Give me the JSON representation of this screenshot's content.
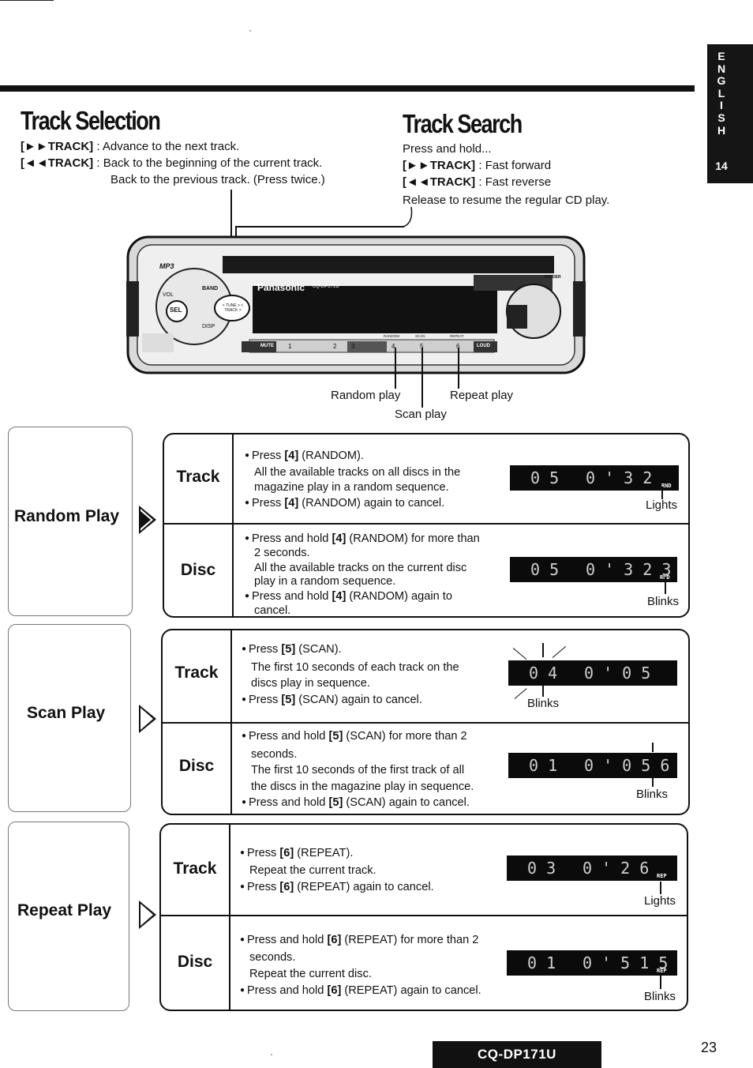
{
  "side_tab": {
    "letters": [
      "E",
      "N",
      "G",
      "L",
      "I",
      "S",
      "H"
    ],
    "page": "14"
  },
  "track_selection": {
    "title": "Track Selection",
    "line1_key": "[►►TRACK]",
    "line1_text": " : Advance to the next track.",
    "line2_key": "[◄◄TRACK]",
    "line2_text": " : Back to the beginning of the current track.",
    "line3_text": "Back to the previous track. (Press twice.)"
  },
  "track_search": {
    "title": "Track Search",
    "line1": "Press and hold...",
    "line2_key": "[►►TRACK]",
    "line2_text": " : Fast forward",
    "line3_key": "[◄◄TRACK]",
    "line3_text": " : Fast reverse",
    "line4": "Release to resume the regular CD play."
  },
  "stereo": {
    "brand": "Panasonic",
    "model": "CQ-DP171U",
    "mp3": "MP3",
    "band": "BAND",
    "vol": "VOL",
    "sel": "SEL",
    "disp": "DISP",
    "tune_track": "< TUNE > < TRACK >",
    "folder": "FOLDER",
    "mute": "MUTE",
    "loud": "LOUD",
    "random": "RANDOM",
    "scan": "SCAN",
    "repeat": "REPEAT",
    "presets": [
      "1",
      "2",
      "3",
      "4",
      "5",
      "6"
    ]
  },
  "callout_labels": {
    "random": "Random play",
    "repeat": "Repeat play",
    "scan": "Scan play"
  },
  "modes": [
    {
      "title": "Random Play",
      "track": {
        "label": "Track",
        "lines": [
          {
            "bullet": true,
            "pre": "Press ",
            "key": "[4]",
            "post": " (RANDOM)."
          },
          {
            "bullet": false,
            "text": "All the available tracks on all discs in the"
          },
          {
            "bullet": false,
            "text": "magazine play in a random sequence."
          },
          {
            "bullet": true,
            "pre": "Press ",
            "key": "[4]",
            "post": " (RANDOM) again to cancel."
          }
        ],
        "lcd_left": "0 5",
        "lcd_right": "0 ' 3 2   1",
        "indicator": "RND",
        "note": "Lights"
      },
      "disc": {
        "label": "Disc",
        "lines": [
          {
            "bullet": true,
            "pre": "Press and hold ",
            "key": "[4]",
            "post": " (RANDOM) for more than"
          },
          {
            "bullet": false,
            "text": "2 seconds."
          },
          {
            "bullet": false,
            "text": "All the available tracks on the current disc"
          },
          {
            "bullet": false,
            "text": "play in a random sequence."
          },
          {
            "bullet": true,
            "pre": "Press and hold ",
            "key": "[4]",
            "post": " (RANDOM) again to"
          },
          {
            "bullet": false,
            "text": "cancel."
          }
        ],
        "lcd_left": "0 5",
        "lcd_right": "0 ' 3 2 3 1",
        "indicator": "RND",
        "note": "Blinks"
      }
    },
    {
      "title": "Scan Play",
      "track": {
        "label": "Track",
        "lines": [
          {
            "bullet": true,
            "pre": "Press ",
            "key": "[5]",
            "post": " (SCAN)."
          },
          {
            "bullet": false,
            "text": "The first 10 seconds of each track on the"
          },
          {
            "bullet": false,
            "text": "discs play in sequence."
          },
          {
            "bullet": true,
            "pre": "Press ",
            "key": "[5]",
            "post": " (SCAN) again to cancel."
          }
        ],
        "lcd_left": "0 4",
        "lcd_right": "0 ' 0 5   1",
        "indicator": "",
        "note": "Blinks"
      },
      "disc": {
        "label": "Disc",
        "lines": [
          {
            "bullet": true,
            "pre": "Press and hold ",
            "key": "[5]",
            "post": " (SCAN) for more than 2"
          },
          {
            "bullet": false,
            "text": "seconds."
          },
          {
            "bullet": false,
            "text": "The first 10 seconds of the first track of all"
          },
          {
            "bullet": false,
            "text": "the discs in the magazine play in sequence."
          },
          {
            "bullet": true,
            "pre": "Press and hold ",
            "key": "[5]",
            "post": " (SCAN) again to cancel."
          }
        ],
        "lcd_left": "0 1",
        "lcd_right": "0 ' 0 5 6",
        "indicator": "",
        "note": "Blinks"
      }
    },
    {
      "title": "Repeat Play",
      "track": {
        "label": "Track",
        "lines": [
          {
            "bullet": true,
            "pre": "Press ",
            "key": "[6]",
            "post": " (REPEAT)."
          },
          {
            "bullet": false,
            "text": "Repeat the current track."
          },
          {
            "bullet": true,
            "pre": "Press ",
            "key": "[6]",
            "post": " (REPEAT) again to cancel."
          }
        ],
        "lcd_left": "0 3",
        "lcd_right": "0 ' 2 6   1",
        "indicator": "REP",
        "note": "Lights"
      },
      "disc": {
        "label": "Disc",
        "lines": [
          {
            "bullet": true,
            "pre": "Press and hold ",
            "key": "[6]",
            "post": " (REPEAT) for more than 2"
          },
          {
            "bullet": false,
            "text": "seconds."
          },
          {
            "bullet": false,
            "text": "Repeat the current disc."
          },
          {
            "bullet": true,
            "pre": "Press and hold ",
            "key": "[6]",
            "post": " (REPEAT) again to cancel."
          }
        ],
        "lcd_left": "0 1",
        "lcd_right": "0 ' 5 1 5",
        "indicator": "REP",
        "note": "Blinks"
      }
    }
  ],
  "footer": {
    "model": "CQ-DP171U",
    "page_number": "23"
  }
}
